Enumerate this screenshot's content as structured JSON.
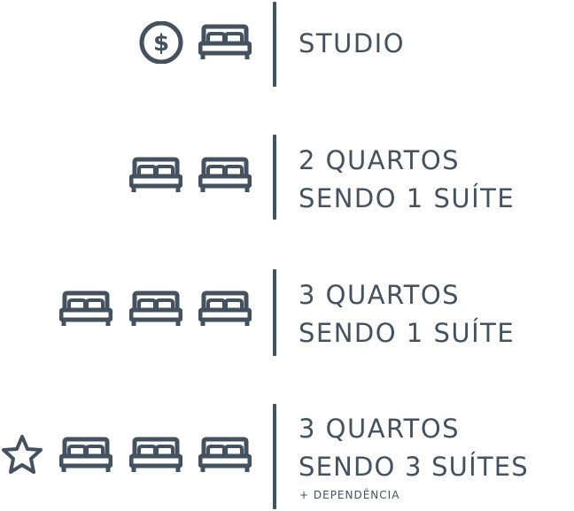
{
  "colors": {
    "primary": "#44525f"
  },
  "rows": [
    {
      "icons": [
        "dollar-circle-icon",
        "bed-icon"
      ],
      "line1": "STUDIO",
      "line2": "",
      "note": ""
    },
    {
      "icons": [
        "bed-icon",
        "bed-icon"
      ],
      "line1": "2 QUARTOS",
      "line2": "SENDO 1 SUÍTE",
      "note": ""
    },
    {
      "icons": [
        "bed-icon",
        "bed-icon",
        "bed-icon"
      ],
      "line1": "3 QUARTOS",
      "line2": "SENDO 1 SUÍTE",
      "note": ""
    },
    {
      "icons": [
        "star-icon",
        "bed-icon",
        "bed-icon",
        "bed-icon"
      ],
      "line1": "3 QUARTOS",
      "line2": "SENDO 3 SUÍTES",
      "note": "+ DEPENDÊNCIA"
    }
  ]
}
